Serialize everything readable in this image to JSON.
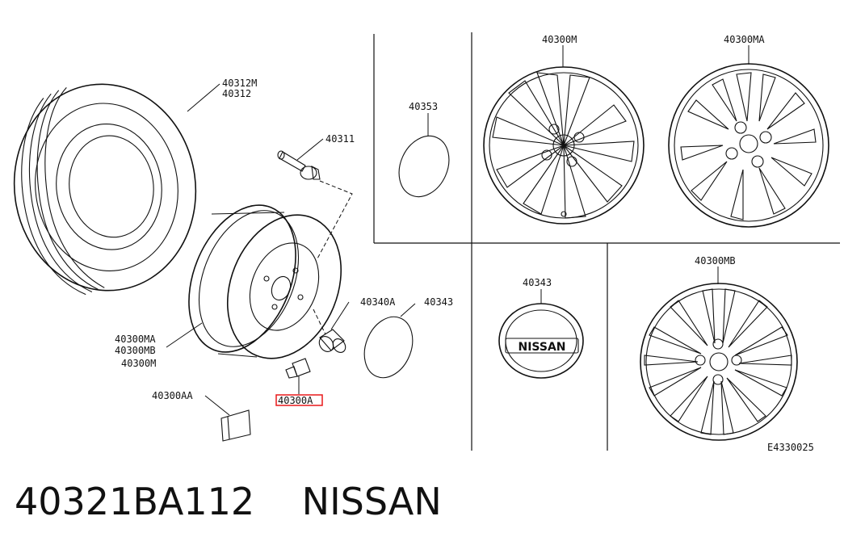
{
  "labels": {
    "tire": [
      "40312M",
      "40312"
    ],
    "valve": "40311",
    "wheel": [
      "40300MA",
      "40300MB",
      "40300M"
    ],
    "balance_weight": "40300AA",
    "nut_small": "40300A",
    "nut": "40340A",
    "cap_small": "40343",
    "cap_plain": "40353",
    "wheel_m": "40300M",
    "wheel_ma": "40300MA",
    "ornament": "40343",
    "wheel_mb": "40300MB",
    "emblem_text": "NISSAN",
    "diagram_code": "E4330025"
  },
  "highlight": {
    "label": "40300A",
    "color": "#e8191a"
  },
  "caption": {
    "part_number": "40321BA112",
    "brand": "NISSAN"
  }
}
